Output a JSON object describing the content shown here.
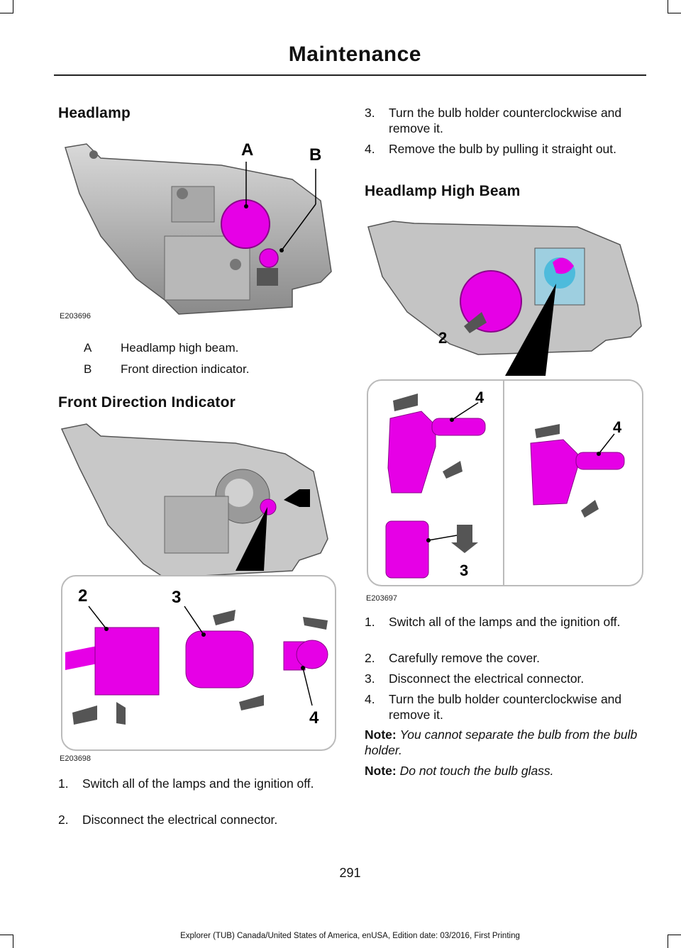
{
  "header": {
    "title": "Maintenance"
  },
  "sections": {
    "headlamp": {
      "title": "Headlamp",
      "figure_code": "E203696",
      "callouts": [
        "A",
        "B"
      ],
      "legend": [
        {
          "key": "A",
          "text": "Headlamp high beam."
        },
        {
          "key": "B",
          "text": "Front direction indicator."
        }
      ]
    },
    "front_direction": {
      "title": "Front Direction Indicator",
      "figure_code": "E203698",
      "callouts": [
        "2",
        "3",
        "4"
      ],
      "steps": [
        {
          "num": "1.",
          "text": "Switch all of the lamps and the ignition off."
        },
        {
          "num": "2.",
          "text": "Disconnect the electrical connector."
        },
        {
          "num": "3.",
          "text": "Turn the bulb holder counterclockwise and remove it."
        },
        {
          "num": "4.",
          "text": "Remove the bulb by pulling it straight out."
        }
      ]
    },
    "high_beam": {
      "title": "Headlamp High Beam",
      "figure_code": "E203697",
      "callouts": [
        "2",
        "4",
        "4",
        "3"
      ],
      "steps": [
        {
          "num": "1.",
          "text": "Switch all of the lamps and the ignition off."
        },
        {
          "num": "2.",
          "text": "Carefully remove the cover."
        },
        {
          "num": "3.",
          "text": "Disconnect the electrical connector."
        },
        {
          "num": "4.",
          "text": "Turn the bulb holder counterclockwise and remove it."
        }
      ],
      "notes": [
        {
          "label": "Note:",
          "text": "You cannot separate the bulb from the bulb holder."
        },
        {
          "label": "Note:",
          "text": "Do not touch the bulb glass."
        }
      ]
    }
  },
  "colors": {
    "highlight": "#e600e6",
    "text": "#111111"
  },
  "footer": {
    "page_number": "291",
    "edition": "Explorer (TUB) Canada/United States of America, enUSA, Edition date: 03/2016, First Printing"
  }
}
